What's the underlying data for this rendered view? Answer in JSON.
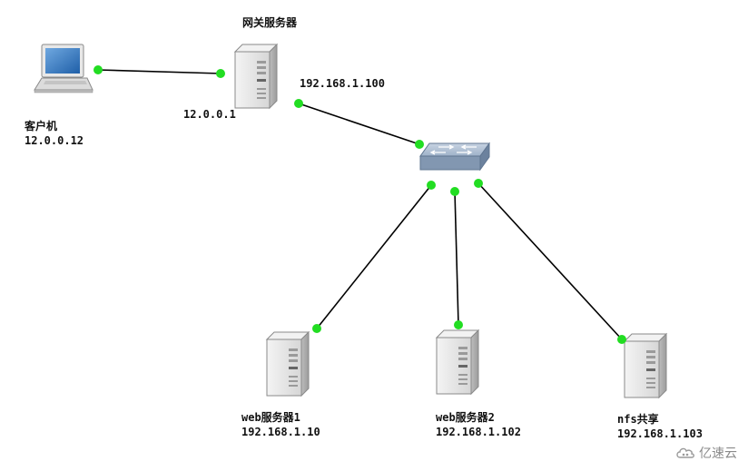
{
  "diagram": {
    "nodes": {
      "client": {
        "name": "客户机",
        "ip": "12.0.0.12",
        "icon": "laptop-icon"
      },
      "gateway": {
        "name": "网关服务器",
        "ip_external": "12.0.0.1",
        "ip_internal": "192.168.1.100",
        "icon": "server-icon"
      },
      "switch": {
        "icon": "switch-icon"
      },
      "web1": {
        "name": "web服务器1",
        "ip": "192.168.1.10",
        "icon": "server-icon"
      },
      "web2": {
        "name": "web服务器2",
        "ip": "192.168.1.102",
        "icon": "server-icon"
      },
      "nfs": {
        "name": "nfs共享",
        "ip": "192.168.1.103",
        "icon": "server-icon"
      }
    },
    "links": [
      {
        "from": "client",
        "to": "gateway"
      },
      {
        "from": "gateway",
        "to": "switch"
      },
      {
        "from": "switch",
        "to": "web1"
      },
      {
        "from": "switch",
        "to": "web2"
      },
      {
        "from": "switch",
        "to": "nfs"
      }
    ],
    "colors": {
      "link": "#000000",
      "port": "#22dd22",
      "server_body": "#e6e6e6",
      "switch_body": "#8fa3bd"
    }
  },
  "watermark": {
    "text": "亿速云",
    "icon": "cloud-logo-icon"
  }
}
